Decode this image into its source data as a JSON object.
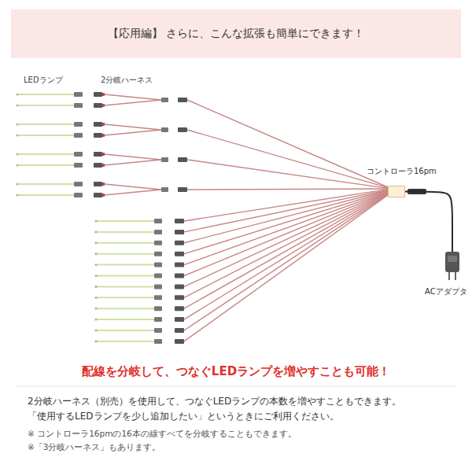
{
  "diagram": {
    "title": "【応用編】 さらに、こんな拡張も簡単にできます！",
    "nodes": [
      {
        "text": [
          "コントローラ16pm"
        ]
      },
      {
        "text": [
          "ACアダプタ"
        ]
      }
    ],
    "edges": [
      {
        "from": 0,
        "to": 1,
        "arrow": "none"
      }
    ],
    "labels": [
      "LEDランプ",
      "2分岐ハーネス",
      "配線を分岐して、つなぐLEDランプを増やすことも可能！",
      "2分岐ハーネス（別売）を使用して、つなぐLEDランプの本数を増やすこともできます。",
      "「使用するLEDランプを少し追加したい」というときにご利用ください。",
      "※ コントローラ16pmの16本の線すべてを分岐することもできます。",
      "※「3分岐ハーネス」もあります。"
    ]
  }
}
